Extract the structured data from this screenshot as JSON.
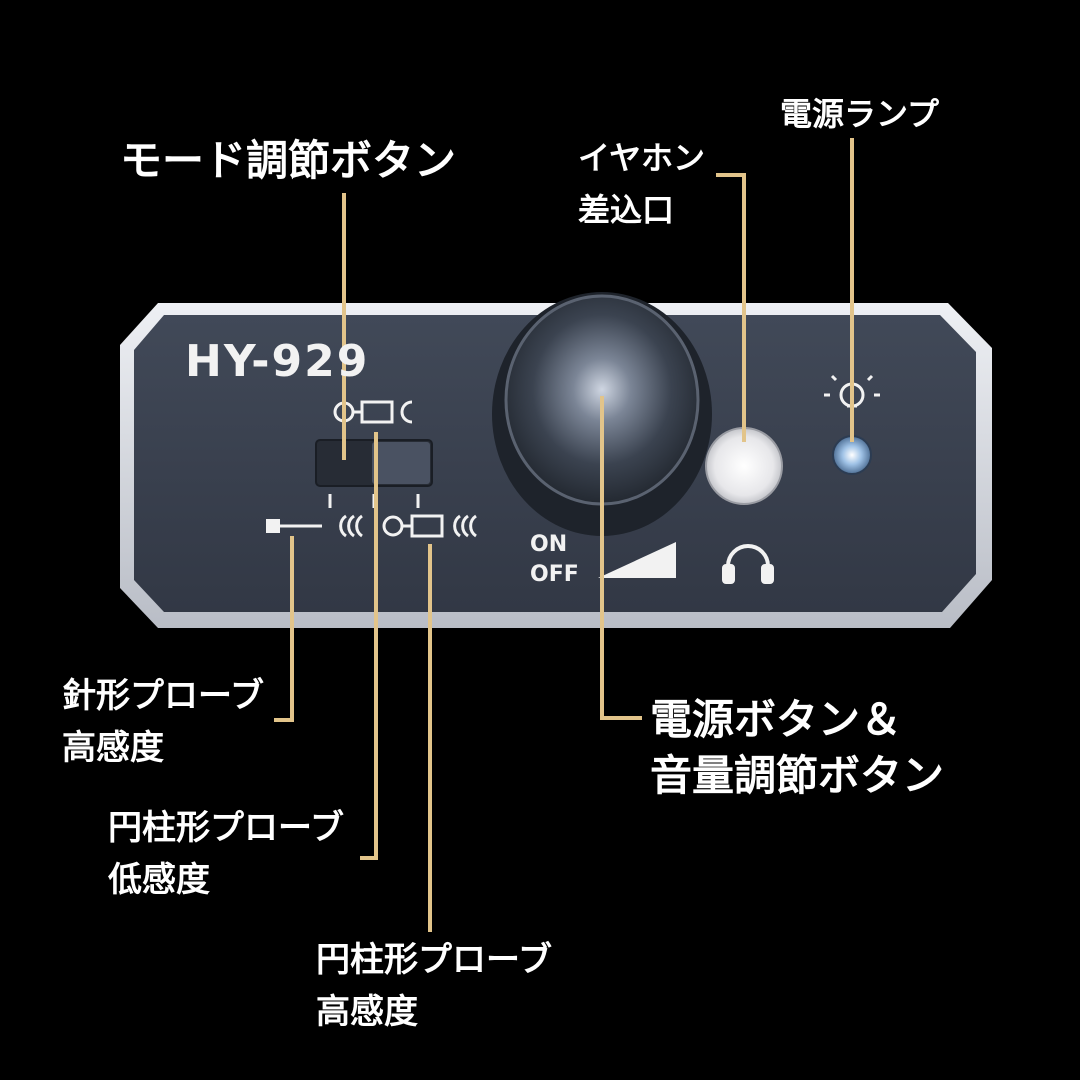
{
  "device": {
    "model": "HY-929",
    "switch_labels": {
      "on": "ON",
      "off": "OFF"
    }
  },
  "callouts": {
    "mode_button": "モード調節ボタン",
    "earphone_jack": [
      "イヤホン",
      "差込口"
    ],
    "power_lamp": "電源ランプ",
    "power_volume": [
      "電源ボタン＆",
      "音量調節ボタン"
    ],
    "needle_probe_high": [
      "針形プローブ",
      "高感度"
    ],
    "cylinder_probe_low": [
      "円柱形プローブ",
      "低感度"
    ],
    "cylinder_probe_high": [
      "円柱形プローブ",
      "高感度"
    ]
  },
  "colors": {
    "background": "#000000",
    "panel": "#3a414f",
    "bezel": "#d9dce3",
    "leader_line": "#e2c48a",
    "text": "#ffffff"
  },
  "icons": [
    "mode-probe-icon",
    "needle-probe-icon",
    "signal-waves-icon",
    "headphone-icon",
    "volume-ramp-icon",
    "lamp-icon"
  ]
}
